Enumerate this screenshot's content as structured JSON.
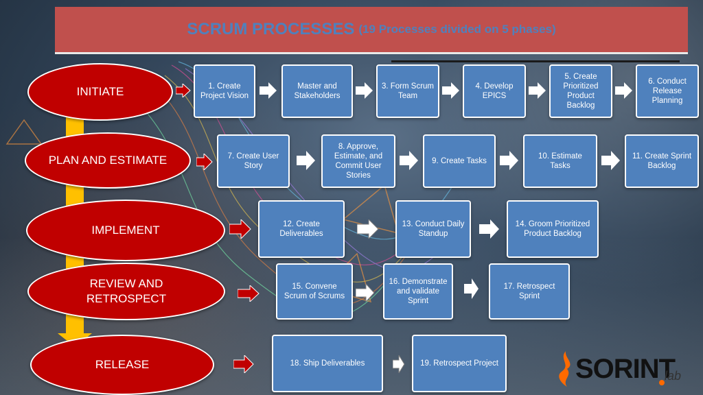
{
  "title": {
    "main": "SCRUM PROCESSES",
    "sub": "(19 Processes divided on 5 phases)"
  },
  "colors": {
    "phase_fill": "#c00000",
    "process_fill": "#4f81bd",
    "title_band": "#c0504d",
    "title_text": "#4f81bd",
    "timeline": "#ffc000",
    "logo_accent": "#ff6a00"
  },
  "phases": [
    {
      "name": "INITIATE",
      "processes": [
        "1. Create Project Vision",
        "Master and Stakeholders",
        "3. Form Scrum Team",
        "4. Develop EPICS",
        "5. Create Prioritized Product Backlog",
        "6. Conduct Release Planning"
      ]
    },
    {
      "name": "PLAN AND ESTIMATE",
      "processes": [
        "7.  Create User Story",
        "8. Approve, Estimate, and Commit User Stories",
        "9. Create Tasks",
        "10. Estimate Tasks",
        "11. Create Sprint Backlog"
      ]
    },
    {
      "name": "IMPLEMENT",
      "processes": [
        "12. Create Deliverables",
        "13.  Conduct Daily Standup",
        "14. Groom Prioritized Product Backlog"
      ]
    },
    {
      "name": "REVIEW AND RETROSPECT",
      "processes": [
        "15. Convene Scrum of Scrums",
        "16. Demonstrate and validate Sprint",
        "17. Retrospect Sprint"
      ]
    },
    {
      "name": "RELEASE",
      "processes": [
        "18. Ship Deliverables",
        "19. Retrospect Project"
      ]
    }
  ],
  "logo": {
    "text": "SORINT",
    "suffix": "lab"
  }
}
